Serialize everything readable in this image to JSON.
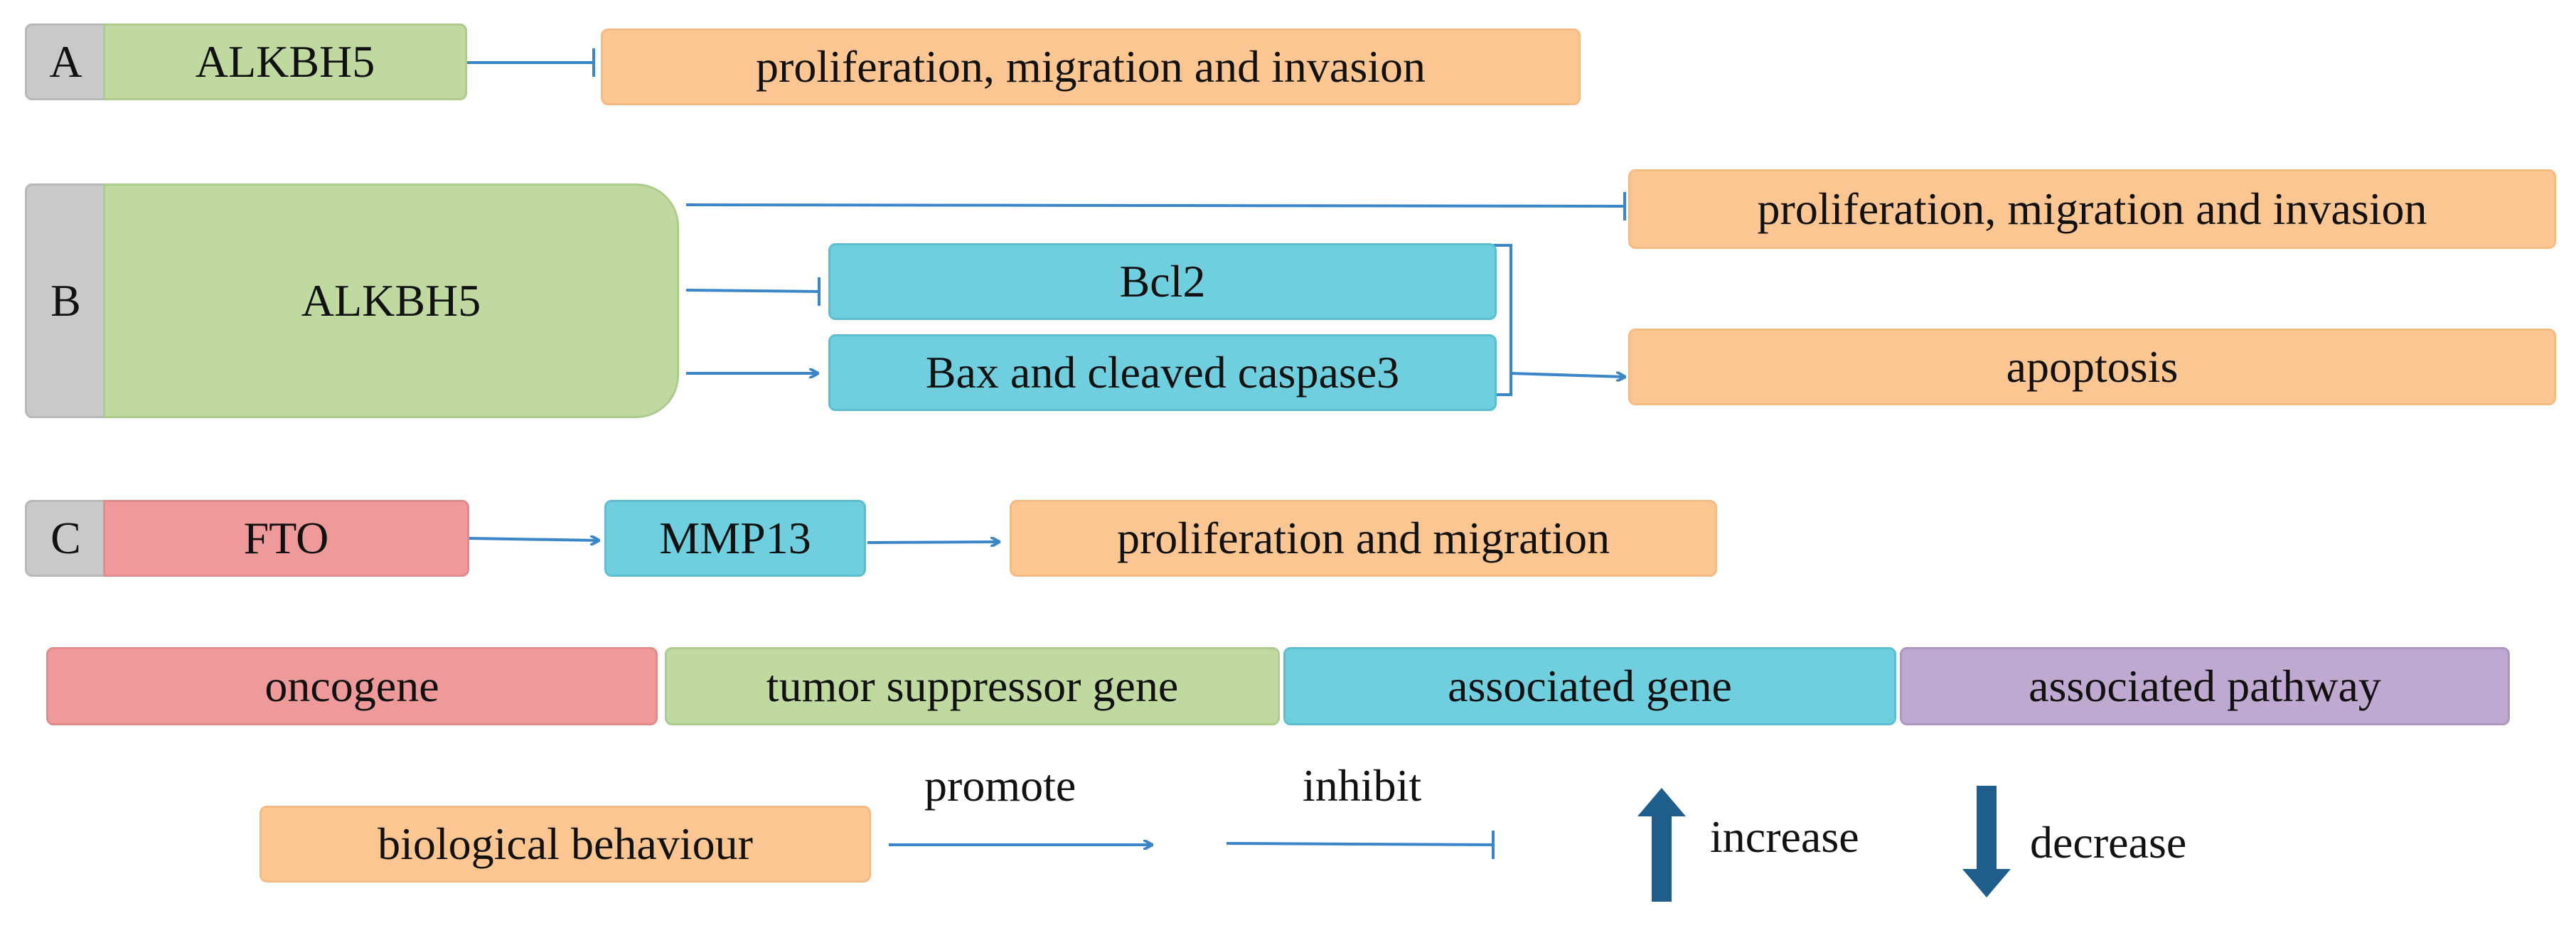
{
  "section_a": {
    "label": "A",
    "gene": "ALKBH5",
    "target": "proliferation, migration and invasion"
  },
  "section_b": {
    "label": "B",
    "gene": "ALKBH5",
    "target_top": "proliferation, migration and invasion",
    "bcl2": "Bcl2",
    "bax": "Bax and cleaved caspase3",
    "apoptosis": "apoptosis"
  },
  "section_c": {
    "label": "C",
    "gene": "FTO",
    "mid": "MMP13",
    "target": "proliferation and migration"
  },
  "legend": {
    "oncogene": "oncogene",
    "tumor_suppressor": "tumor suppressor gene",
    "associated_gene": "associated gene",
    "associated_pathway": "associated pathway",
    "biological_behaviour": "biological  behaviour",
    "promote": "promote",
    "inhibit": "inhibit",
    "increase": "increase",
    "decrease": "decrease"
  },
  "colors": {
    "oncogene": "#ee9a9b",
    "tumor_suppressor": "#bfd9a0",
    "associated_gene": "#6fcfdf",
    "associated_pathway": "#c0a9d1",
    "biological_behaviour": "#fcc692",
    "connector": "#3a86c8",
    "trend_arrow": "#1f5e8c"
  }
}
